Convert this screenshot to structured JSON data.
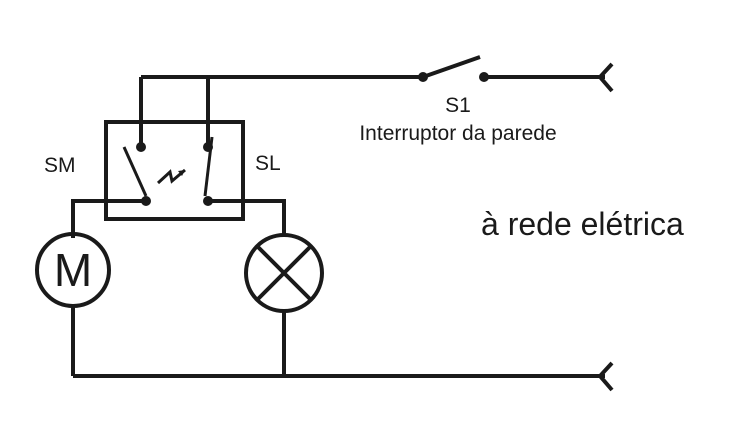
{
  "labels": {
    "switch_s1": "S1",
    "wall_switch": "Interruptor da parede",
    "motor_switch": "SM",
    "lamp_switch": "SL",
    "mains": "à rede elétrica",
    "motor_symbol": "M"
  },
  "colors": {
    "ink": "#1a1a1a",
    "background": "#ffffff"
  }
}
